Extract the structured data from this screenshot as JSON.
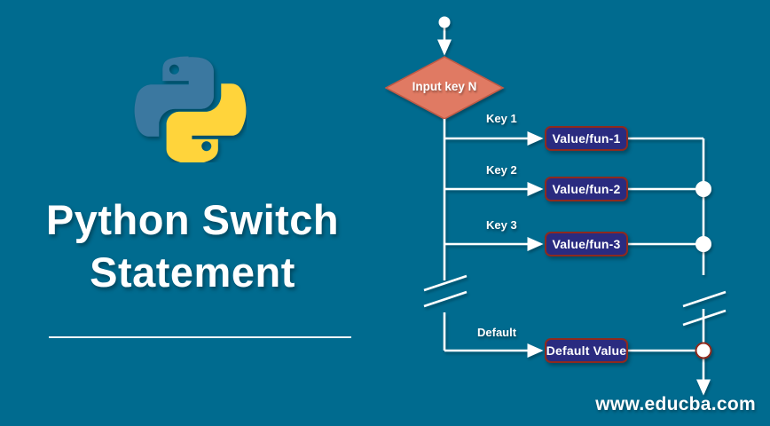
{
  "background_color": "#006B8F",
  "left_panel": {
    "logo": {
      "name": "python-logo",
      "blue": "#3B78A0",
      "yellow": "#FFD43B"
    },
    "title_lines": [
      "Python Switch",
      "Statement"
    ],
    "divider": true
  },
  "flowchart": {
    "start_node": {
      "shape": "circle",
      "color": "#FFFFFF"
    },
    "decision": {
      "label": "Input key N",
      "shape": "diamond",
      "fill": "#E07A63",
      "text_color": "#FFFFFF"
    },
    "branches": [
      {
        "edge_label": "Key 1",
        "box_label": "Value/fun-1"
      },
      {
        "edge_label": "Key 2",
        "box_label": "Value/fun-2"
      },
      {
        "edge_label": "Key 3",
        "box_label": "Value/fun-3"
      },
      {
        "edge_label": "Default",
        "box_label": "Default Value"
      }
    ],
    "box_style": {
      "fill": "#2A2B80",
      "border": "#8E2A1E",
      "text_color": "#FFFFFF"
    },
    "junction_dots": 3,
    "break_marks": 2,
    "line_color": "#FFFFFF"
  },
  "footer": {
    "url": "www.educba.com"
  }
}
